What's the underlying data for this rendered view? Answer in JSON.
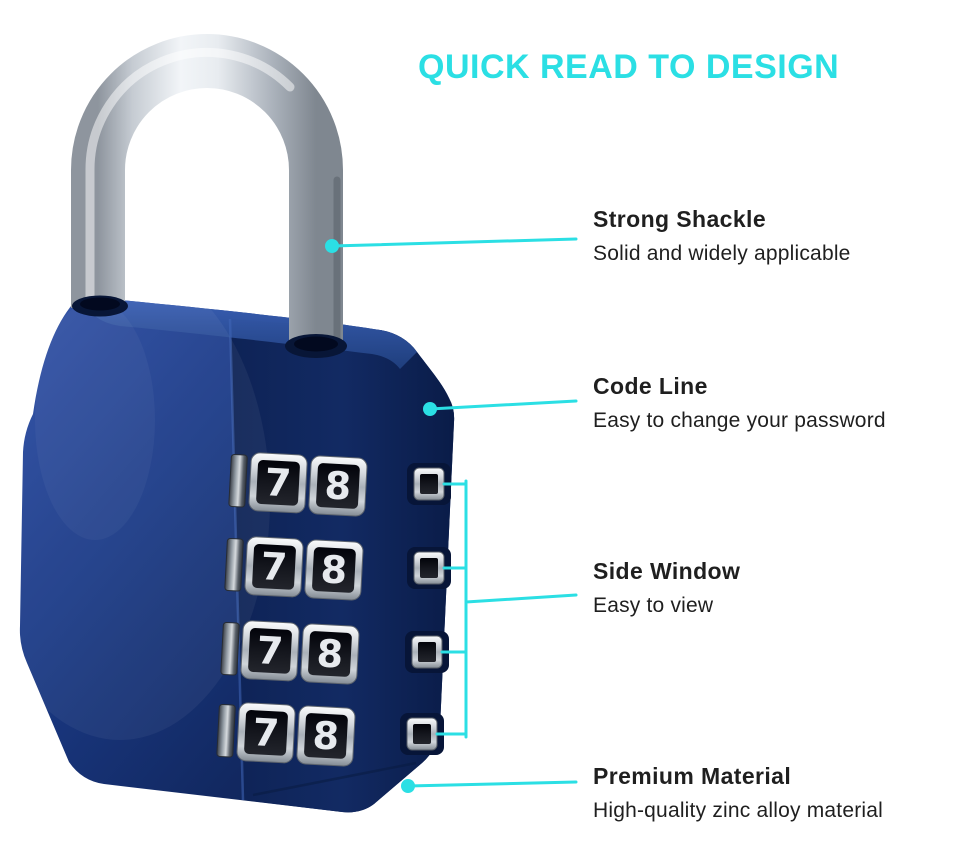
{
  "title": "QUICK READ TO DESIGN",
  "theme": {
    "accent": "#2BDFE4",
    "body_navy": "#16306F",
    "shackle_silver": "#C9CED5",
    "dial_digit": "#E7EAEE",
    "background": "#FFFFFF",
    "text": "#1F1F1F"
  },
  "callouts": [
    {
      "heading": "Strong Shackle",
      "description": "Solid and widely applicable"
    },
    {
      "heading": "Code Line",
      "description": "Easy to change your password"
    },
    {
      "heading": "Side Window",
      "description": "Easy to view"
    },
    {
      "heading": "Premium Material",
      "description": "High-quality zinc alloy material"
    }
  ],
  "padlock": {
    "name": "blue 4-digit combination padlock",
    "dials": [
      {
        "digits": [
          "7",
          "8"
        ]
      },
      {
        "digits": [
          "7",
          "8"
        ]
      },
      {
        "digits": [
          "7",
          "8"
        ]
      },
      {
        "digits": [
          "7",
          "8"
        ]
      }
    ]
  }
}
